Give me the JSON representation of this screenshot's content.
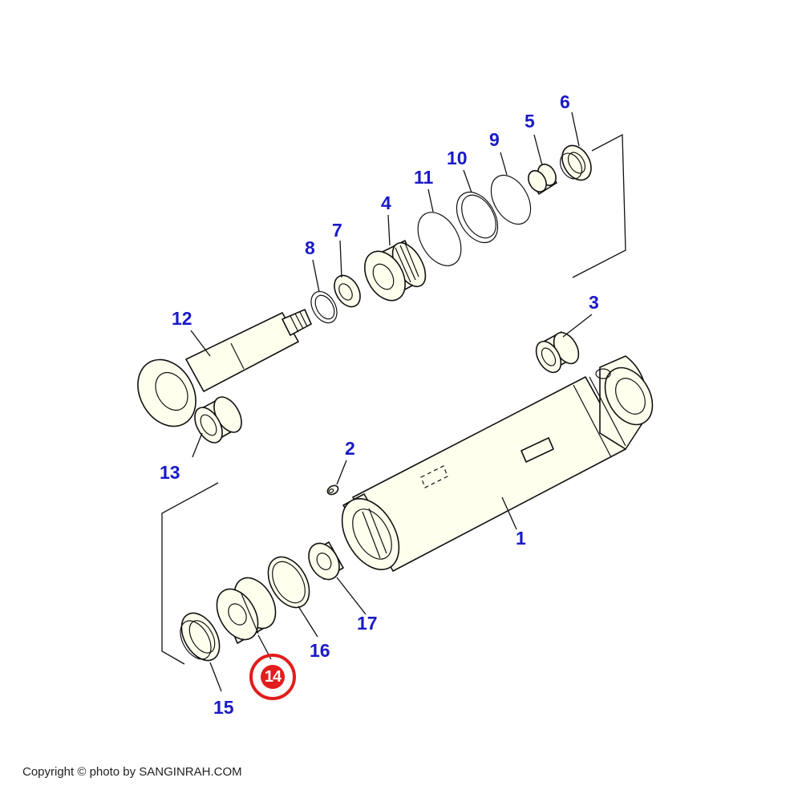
{
  "callouts": {
    "c1": "1",
    "c2": "2",
    "c3": "3",
    "c4": "4",
    "c5": "5",
    "c6": "6",
    "c7": "7",
    "c8": "8",
    "c9": "9",
    "c10": "10",
    "c11": "11",
    "c12": "12",
    "c13": "13",
    "c14": "14",
    "c15": "15",
    "c16": "16",
    "c17": "17"
  },
  "highlight": {
    "part": "14",
    "color": "#e21d1d"
  },
  "colors": {
    "callout": "#1a1ac8",
    "part_fill": "#ffffee",
    "line": "#111111"
  },
  "footer": {
    "copyright": "Copyright © photo by SANGINRAH.COM"
  }
}
